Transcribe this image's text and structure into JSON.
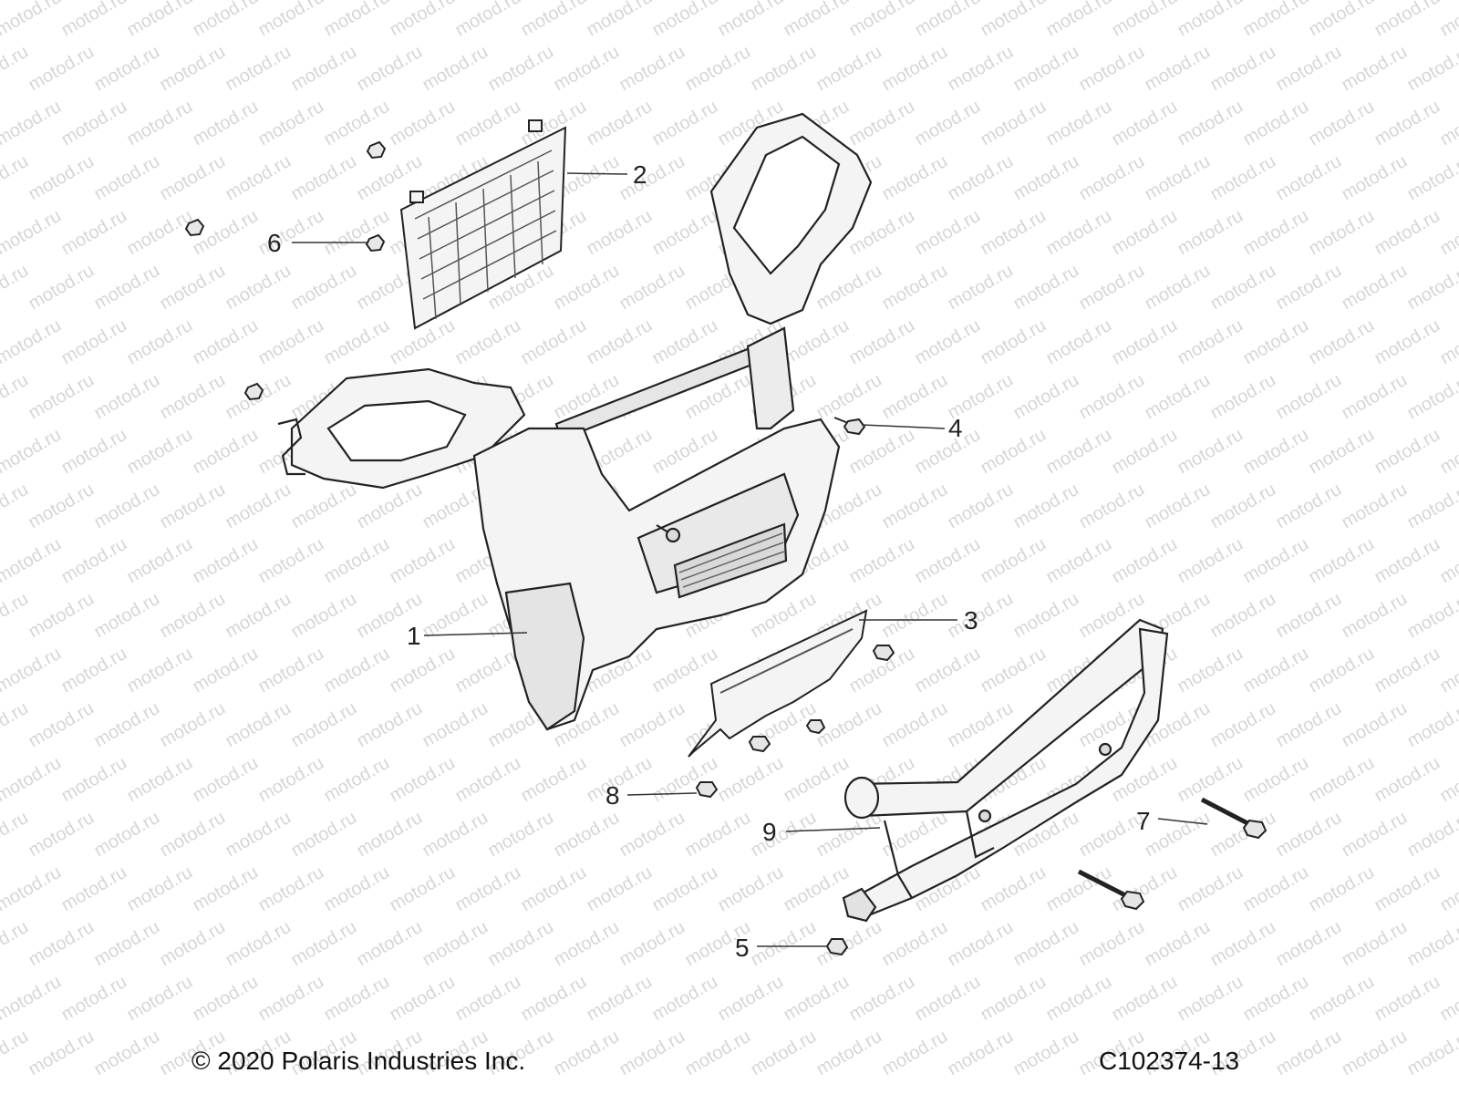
{
  "watermark": {
    "text": "motod.ru"
  },
  "callouts": [
    "1",
    "2",
    "3",
    "4",
    "5",
    "6",
    "7",
    "8",
    "9"
  ],
  "footer": {
    "copyright": "© 2020 Polaris Industries Inc.",
    "diagram_id": "C102374-13"
  },
  "colors": {
    "line": "#222222",
    "part_fill": "#f4f4f4",
    "shade": "#d9d9d9",
    "watermark": "#d6d6d6"
  }
}
